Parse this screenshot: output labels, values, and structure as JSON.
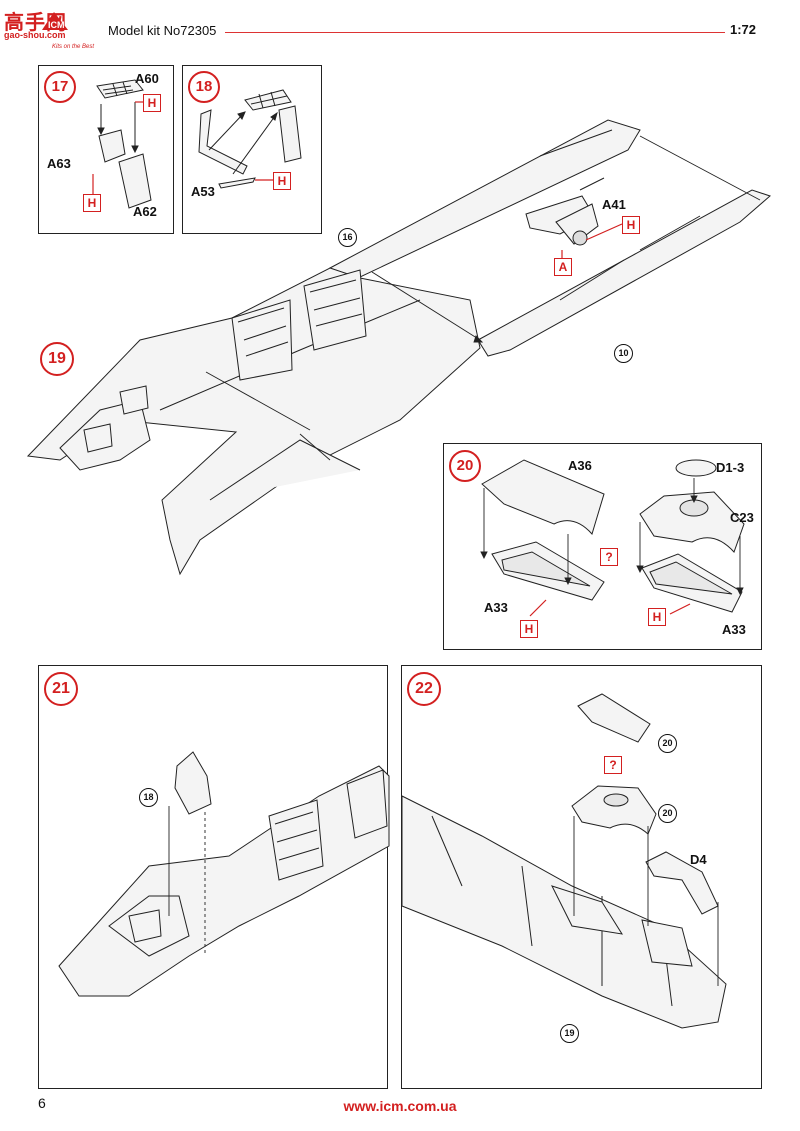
{
  "header": {
    "logo_cn": "高手网",
    "logo_site": "gao-shou.com",
    "logo_sub": "Kits on the Best",
    "title": "Model kit No72305",
    "scale": "1:72"
  },
  "steps": {
    "s17": "17",
    "s18": "18",
    "s19": "19",
    "s20": "20",
    "s21": "21",
    "s22": "22"
  },
  "refs": {
    "r16": "16",
    "r10": "10",
    "r18": "18",
    "r20a": "20",
    "r20b": "20",
    "r19": "19"
  },
  "parts": {
    "a60": "A60",
    "a63": "A63",
    "a62": "A62",
    "a53": "A53",
    "a41": "A41",
    "a36": "A36",
    "d13": "D1-3",
    "c23": "C23",
    "a33a": "A33",
    "a33b": "A33",
    "d4": "D4"
  },
  "tags": {
    "h1": "H",
    "h2": "H",
    "h3": "H",
    "h4": "H",
    "a": "A",
    "h5": "H",
    "h6": "H",
    "q1": "?",
    "q2": "?"
  },
  "footer": {
    "page": "6",
    "url": "www.icm.com.ua"
  },
  "colors": {
    "accent": "#d32020",
    "line": "#222222",
    "fuselage": "#f4f4f4"
  }
}
